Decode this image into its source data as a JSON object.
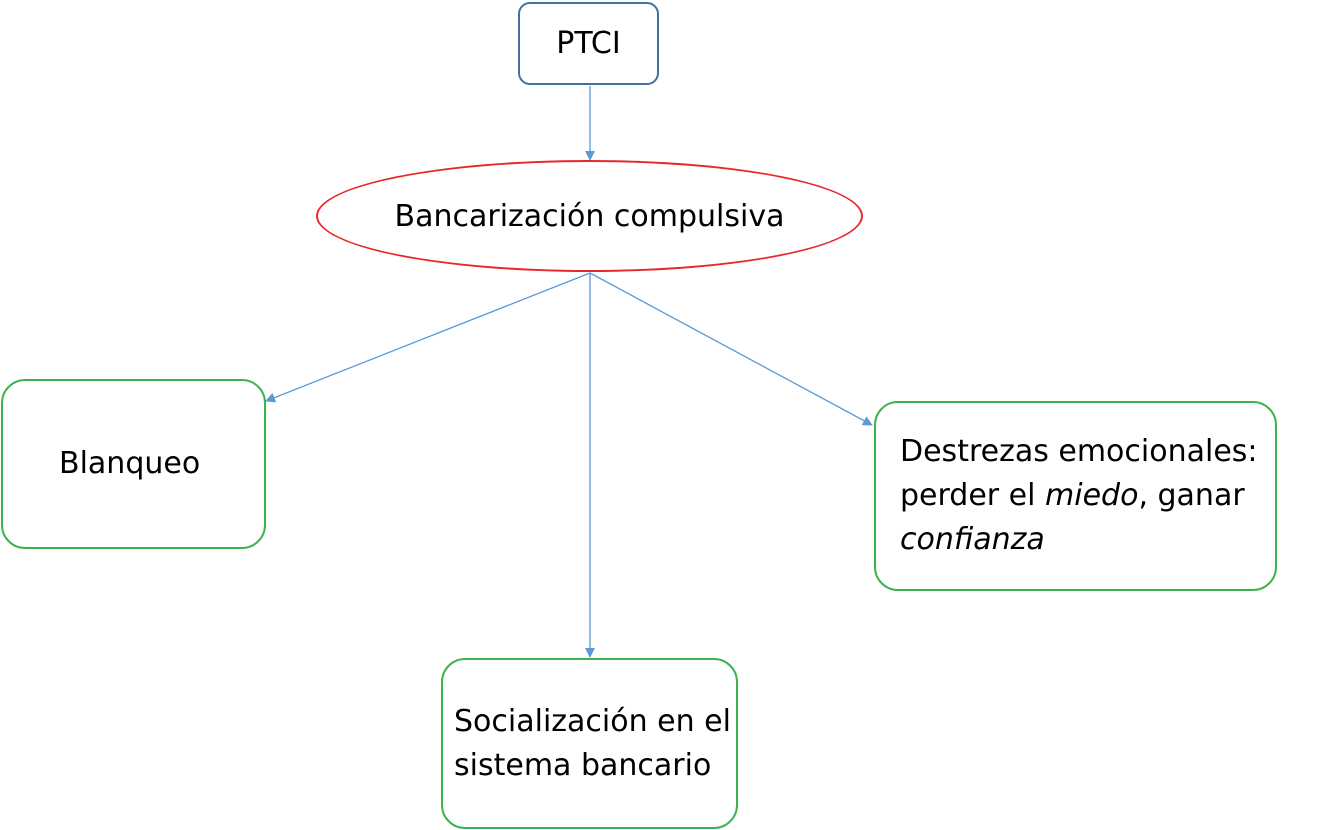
{
  "diagram": {
    "nodes": {
      "ptci": {
        "label": "PTCI"
      },
      "bancarizacion": {
        "label": "Bancarización compulsiva"
      },
      "blanqueo": {
        "label": "Blanqueo"
      },
      "socializacion": {
        "line1": "Socialización en el",
        "line2": "sistema bancario"
      },
      "destrezas": {
        "line1": "Destrezas emocionales:",
        "line2_pre": "perder el ",
        "line2_em": "miedo",
        "line2_post": ", ganar",
        "line3_em": "confianza"
      }
    },
    "edges": [
      {
        "from": "ptci",
        "to": "bancarizacion"
      },
      {
        "from": "bancarizacion",
        "to": "blanqueo"
      },
      {
        "from": "bancarizacion",
        "to": "socializacion"
      },
      {
        "from": "bancarizacion",
        "to": "destrezas"
      }
    ],
    "colors": {
      "arrow": "#5b9bd5",
      "ptci_border": "#41719c",
      "ellipse_border": "#e8272a",
      "green_border": "#3db44b"
    }
  }
}
